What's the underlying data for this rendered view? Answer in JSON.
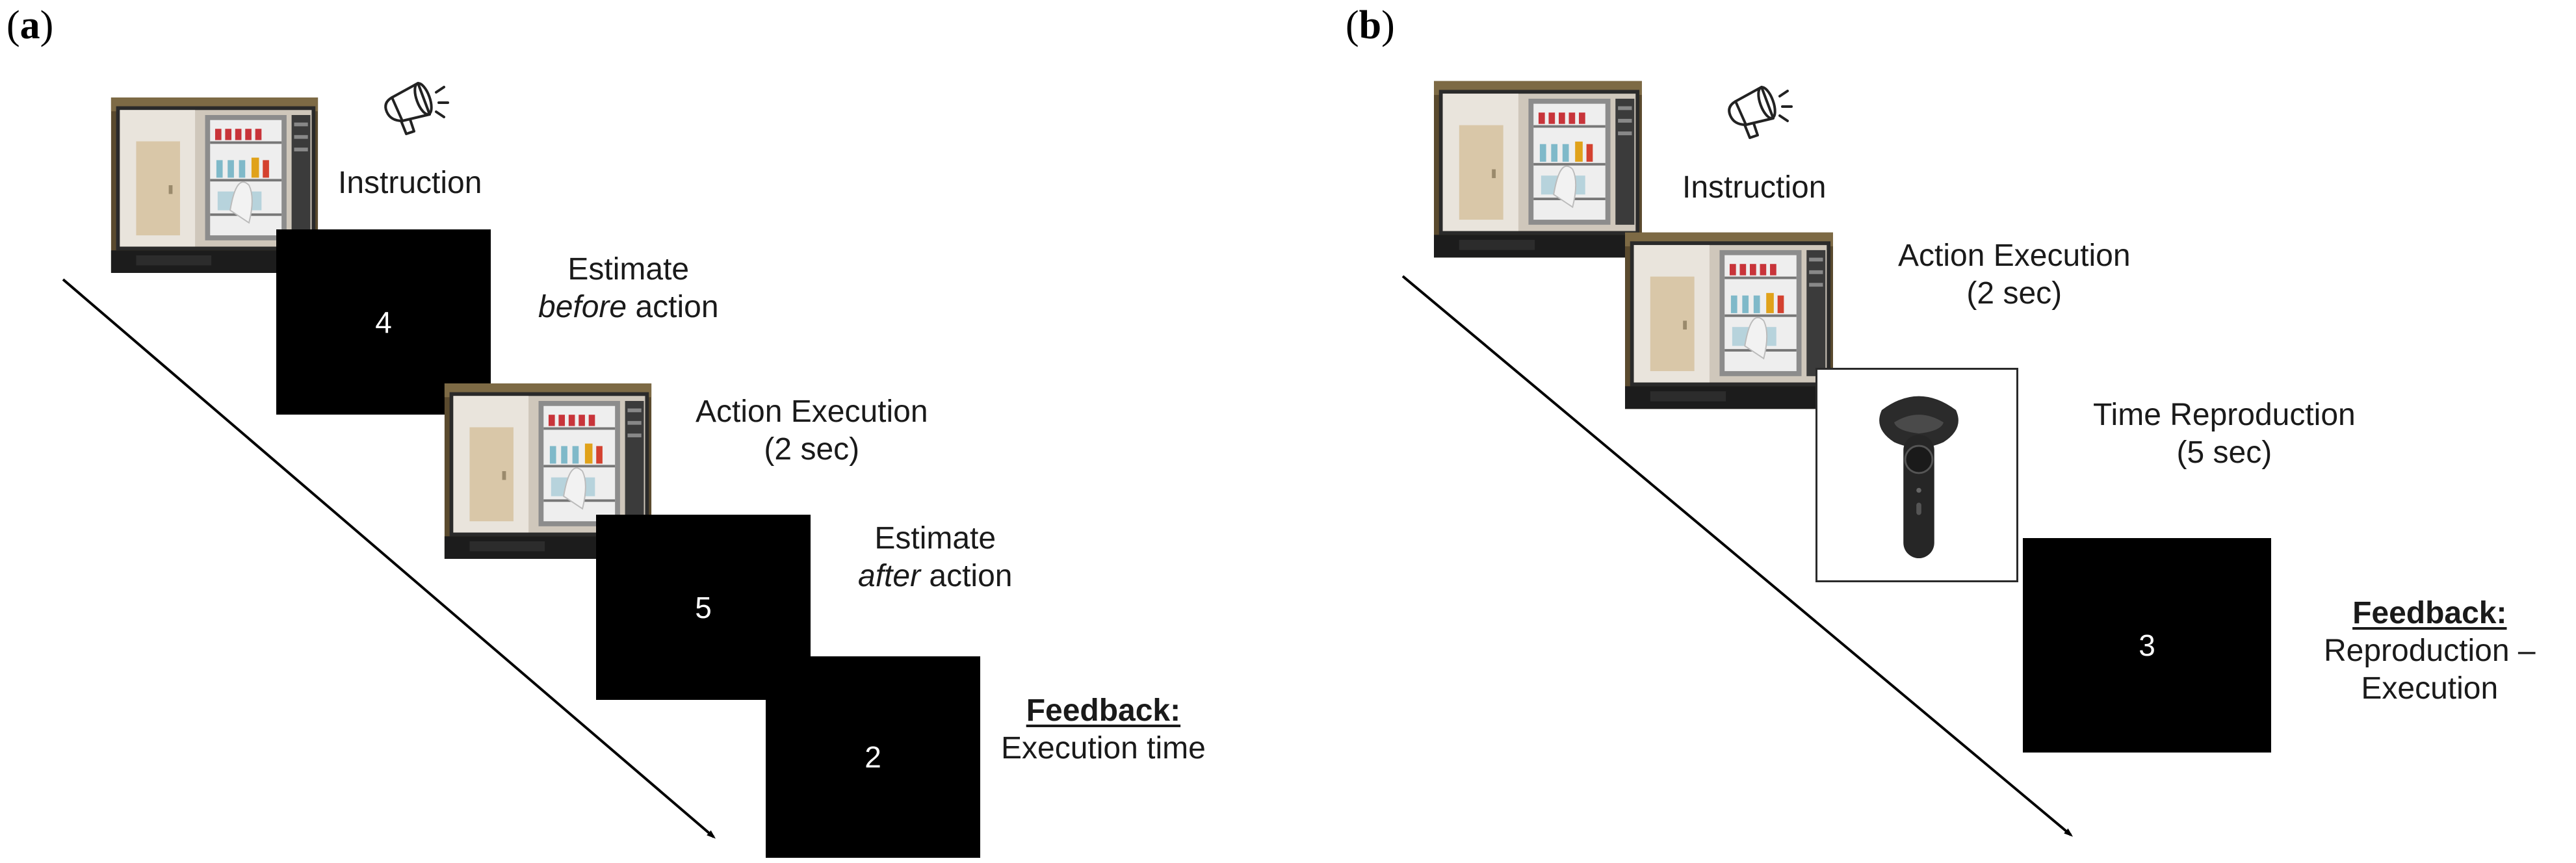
{
  "panel_a": {
    "label": "a",
    "instruction": "Instruction",
    "estimate_before": {
      "line1": "Estimate",
      "italic": "before",
      "rest": " action"
    },
    "screen_before_value": "4",
    "action_execution": {
      "line1": "Action Execution",
      "line2": "(2 sec)"
    },
    "estimate_after": {
      "line1": "Estimate",
      "italic": "after",
      "rest": " action"
    },
    "screen_after_value": "5",
    "feedback": {
      "title": "Feedback:",
      "text": "Execution time"
    },
    "screen_feedback_value": "2",
    "icons": [
      "megaphone-icon",
      "kitchen-scene-image"
    ]
  },
  "panel_b": {
    "label": "b",
    "instruction": "Instruction",
    "action_execution": {
      "line1": "Action Execution",
      "line2": "(2 sec)"
    },
    "time_reproduction": {
      "line1": "Time Reproduction",
      "line2": "(5 sec)"
    },
    "feedback": {
      "title": "Feedback:",
      "line1": "Reproduction –",
      "line2": "Execution"
    },
    "screen_feedback_value": "3",
    "icons": [
      "megaphone-icon",
      "kitchen-scene-image",
      "vr-controller-image"
    ]
  }
}
